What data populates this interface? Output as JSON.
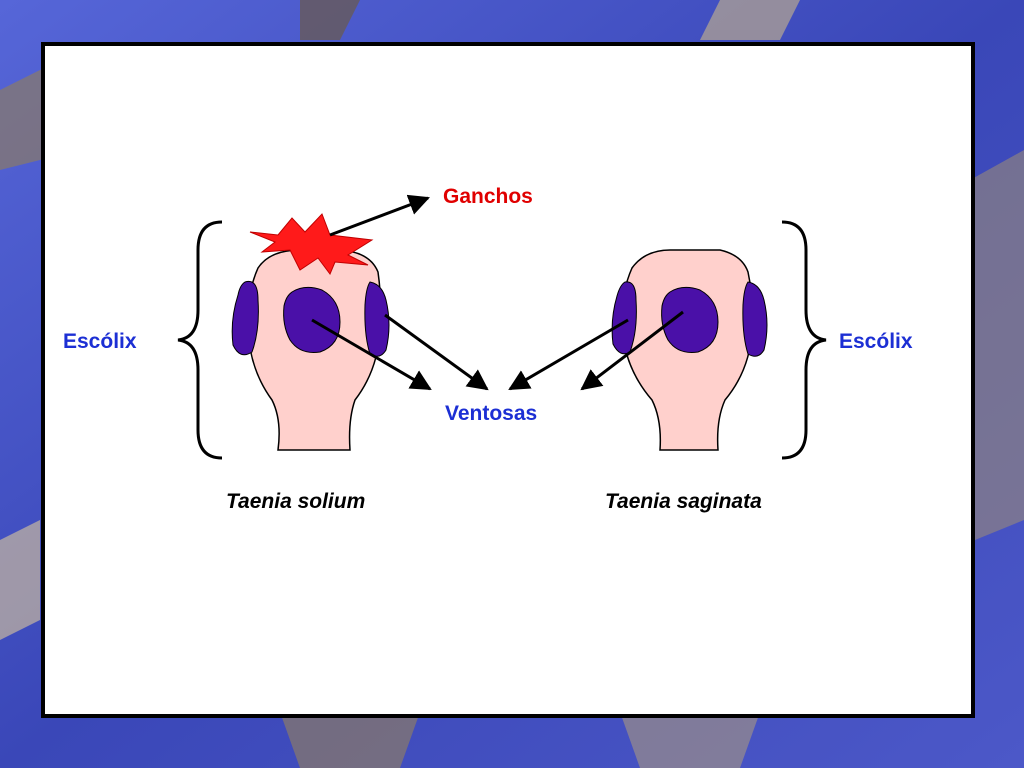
{
  "labels": {
    "ganchos": "Ganchos",
    "ventosas": "Ventosas",
    "escolix_left": "Escólix",
    "escolix_right": "Escólix",
    "species_left": "Taenia solium",
    "species_right": "Taenia saginata"
  },
  "colors": {
    "ganchos_text": "#e00000",
    "label_text": "#1c2fd4",
    "hooks": "#ff1a1a",
    "scolex": "#ffd0cc",
    "sucker": "#4a10a8",
    "arrow": "#000000"
  },
  "icons": {
    "hooks": "star-burst",
    "sucker": "purple-oval",
    "scolex": "head-outline"
  }
}
